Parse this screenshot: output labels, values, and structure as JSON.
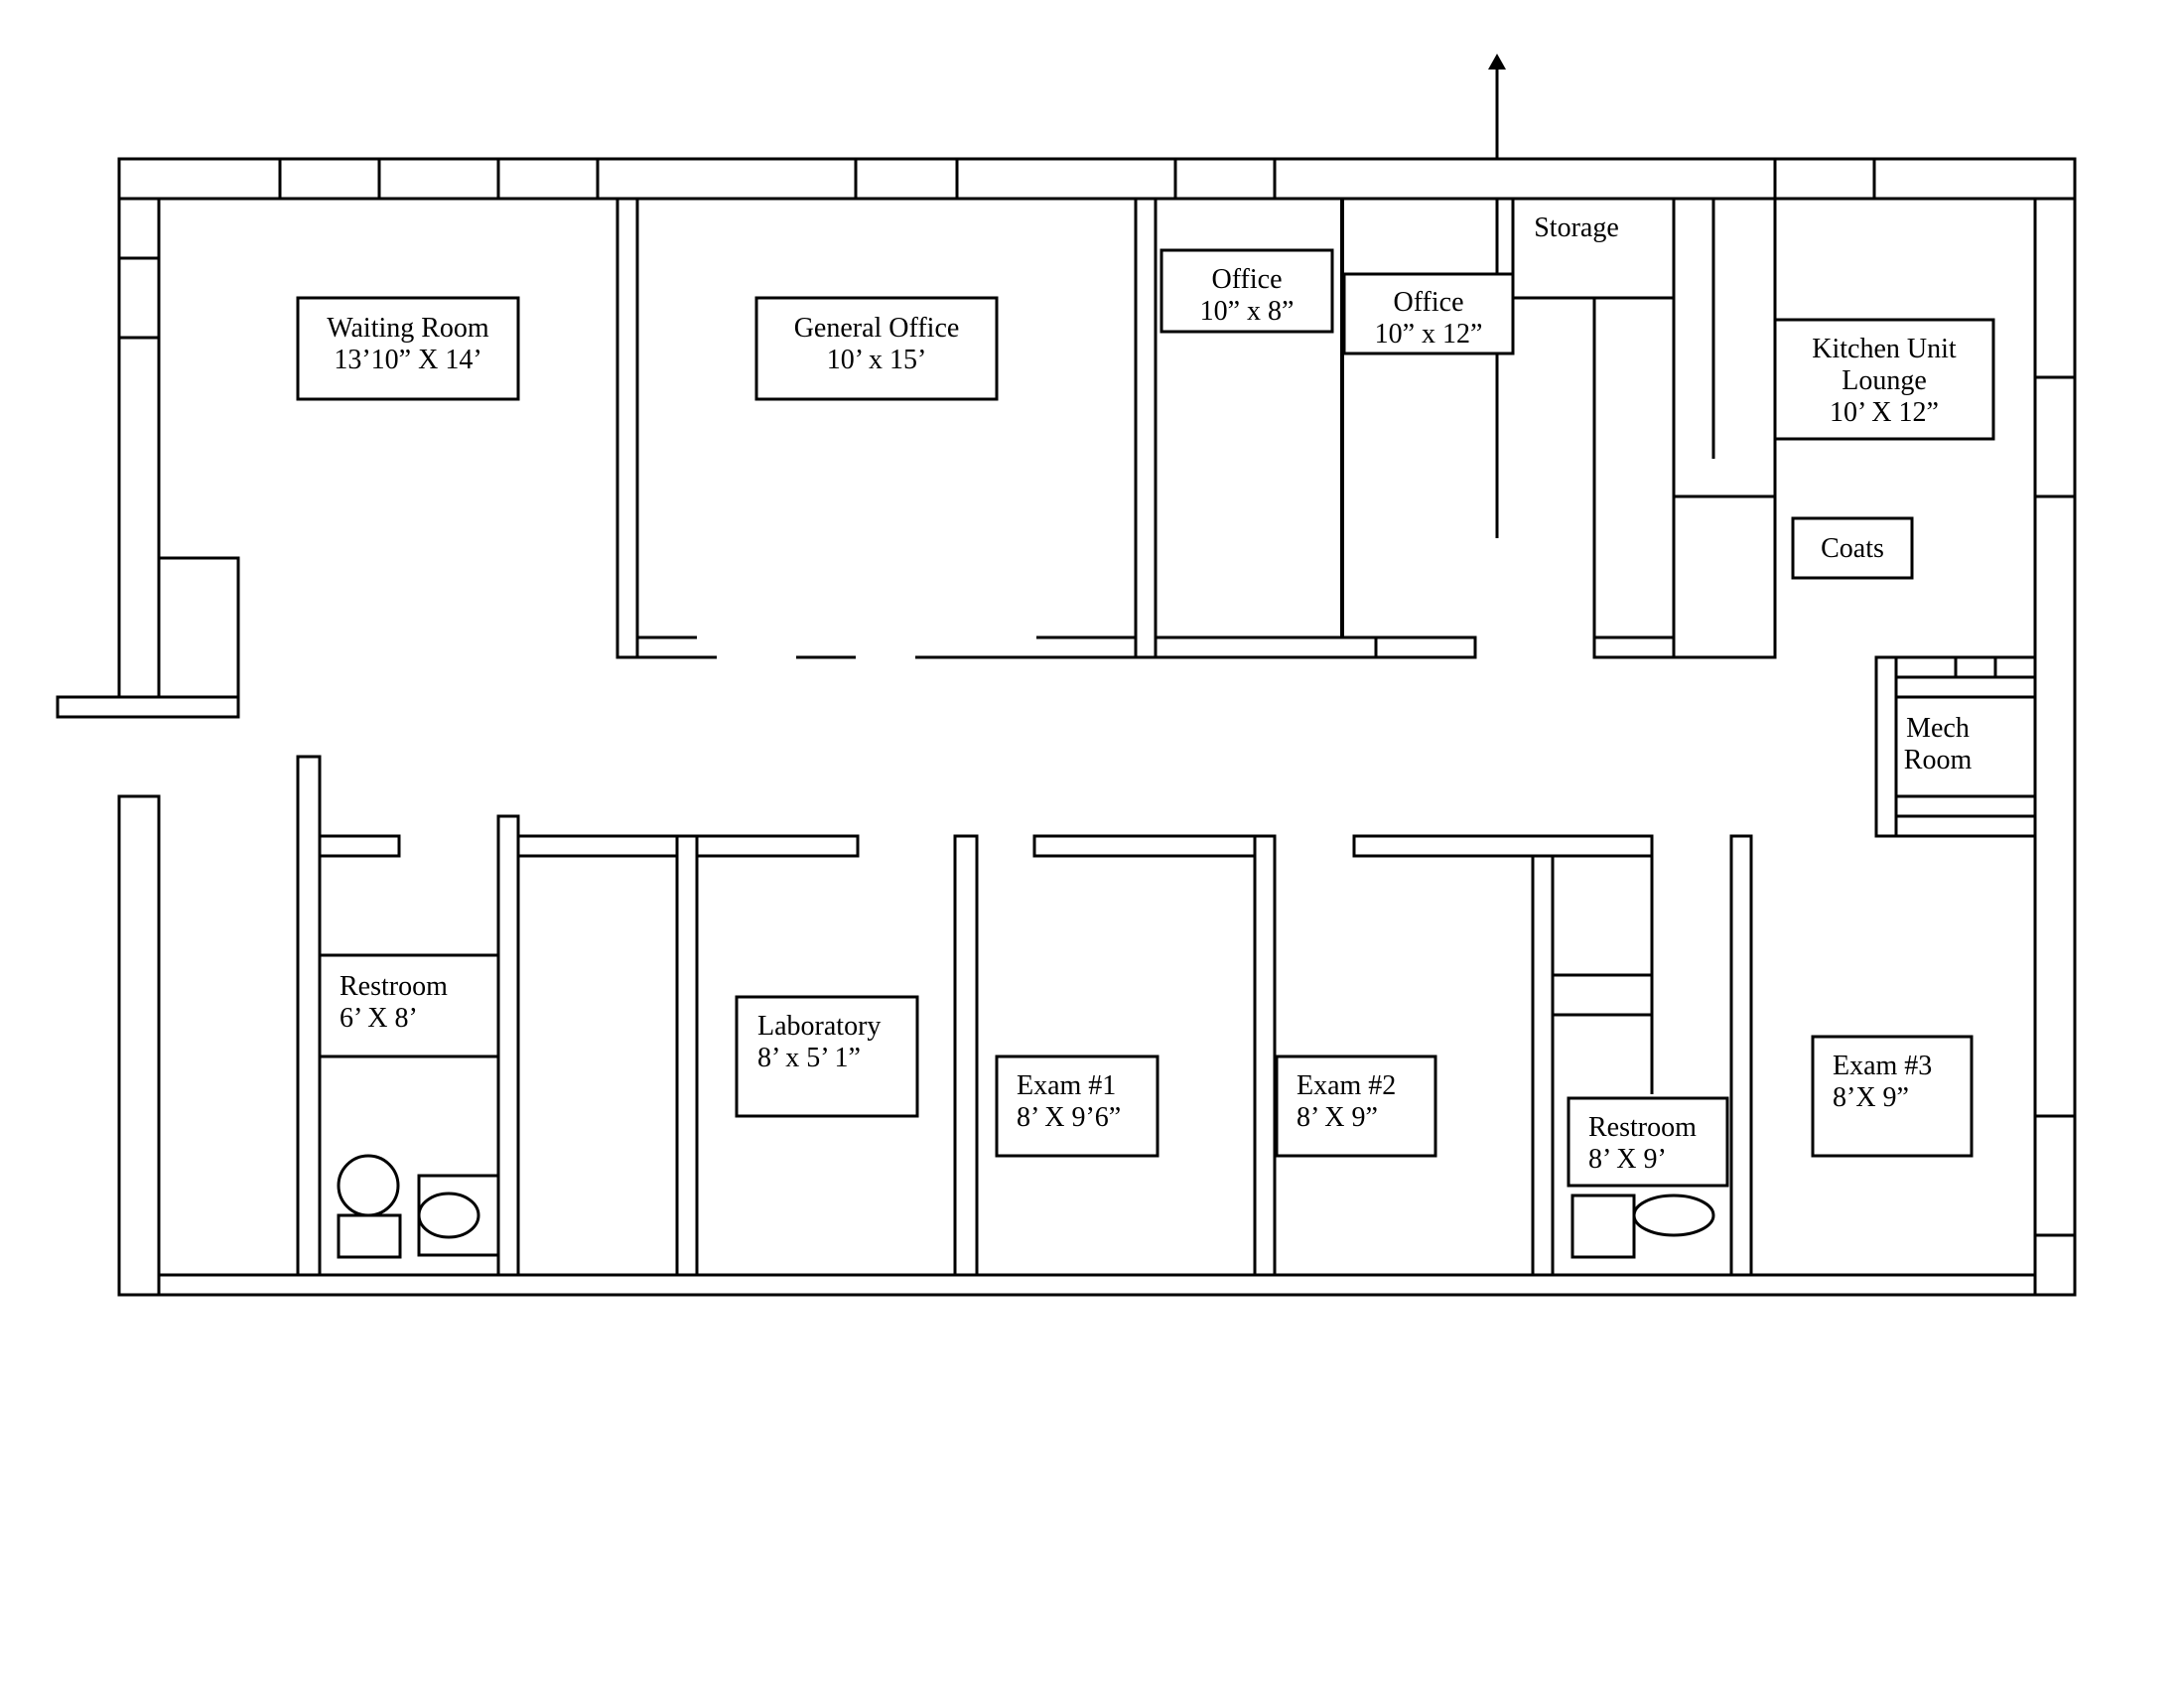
{
  "colors": {
    "line": "#000000",
    "background": "#ffffff"
  },
  "rooms": {
    "waiting_room": {
      "name": "Waiting Room",
      "size": "13’10” X 14’"
    },
    "general_office": {
      "name": "General Office",
      "size": "10’ x 15’"
    },
    "office_1": {
      "name": "Office",
      "size": "10” x 8”"
    },
    "office_2": {
      "name": "Office",
      "size": "10” x 12”"
    },
    "storage": {
      "name": "Storage"
    },
    "kitchen_lounge": {
      "line1": "Kitchen Unit",
      "line2": "Lounge",
      "size": "10’ X 12”"
    },
    "coats": {
      "name": "Coats"
    },
    "mech_room": {
      "line1": "Mech",
      "line2": "Room"
    },
    "restroom_1": {
      "name": "Restroom",
      "size": "6’ X 8’"
    },
    "laboratory": {
      "name": "Laboratory",
      "size": "8’ x 5’ 1”"
    },
    "exam_1": {
      "name": "Exam #1",
      "size": "8’ X 9’6”"
    },
    "exam_2": {
      "name": "Exam #2",
      "size": "8’ X 9”"
    },
    "restroom_2": {
      "name": "Restroom",
      "size": "8’ X 9’"
    },
    "exam_3": {
      "name": "Exam #3",
      "size": "8’X 9”"
    }
  },
  "icons": {
    "north_arrow": "arrow-up-icon",
    "toilet": "toilet-icon",
    "sink": "sink-icon"
  }
}
